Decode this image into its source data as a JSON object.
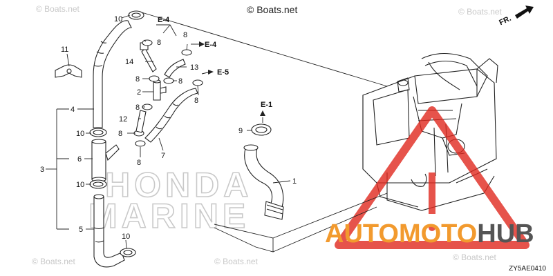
{
  "watermark": {
    "text": "© Boats.net"
  },
  "copyright": "© Boats.net",
  "diagram_code": "ZY5AE0410",
  "brand": {
    "part1": "AUTOMOTO",
    "part2": "HUB",
    "color1": "#f29a2e",
    "color2": "#555555"
  },
  "direction_label": "FR.",
  "callouts": {
    "n1": "1",
    "n2": "2",
    "n3": "3",
    "n4": "4",
    "n5": "5",
    "n6": "6",
    "n7": "7",
    "n8": "8",
    "n9": "9",
    "n10": "10",
    "n11": "11",
    "n12": "12",
    "n13": "13",
    "n14": "14"
  },
  "refs": {
    "e1": "E-1",
    "e4": "E-4",
    "e5": "E-5"
  },
  "background_logo": {
    "line1": "HONDA",
    "line2": "MARINE"
  },
  "colors": {
    "ink": "#222222",
    "warning": "#e0281e"
  }
}
